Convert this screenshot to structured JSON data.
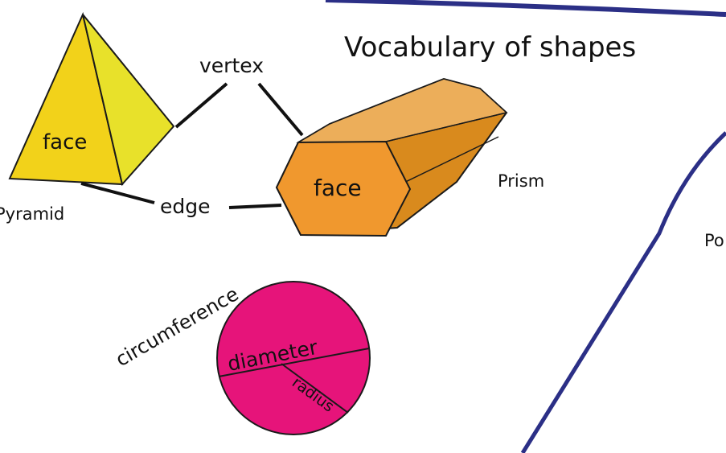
{
  "title": "Vocabulary of shapes",
  "labels": {
    "vertex": "vertex",
    "edge": "edge",
    "face_pyramid": "face",
    "face_prism": "face",
    "pyramid": "Pyramid",
    "prism": "Prism",
    "circumference": "circumference",
    "diameter": "diameter",
    "radius": "radius",
    "polygon_partial": "Po"
  },
  "colors": {
    "pyramid_front": "#f2d21a",
    "pyramid_side": "#e8e12a",
    "prism_face": "#f0982e",
    "prism_side": "#d98a1d",
    "circle": "#e6147a",
    "border_line": "#2b2f86",
    "ink": "#111111"
  }
}
